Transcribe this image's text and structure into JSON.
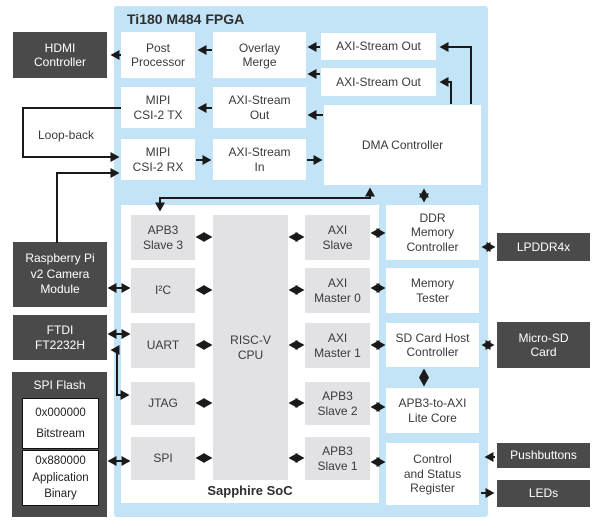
{
  "diagram": {
    "fpga_title": "Ti180 M484 FPGA",
    "soc_label": "Sapphire SoC",
    "loopback_label": "Loop-back"
  },
  "labels": {
    "hdmi": "HDMI\nController",
    "raspberry": "Raspberry Pi\nv2 Camera\nModule",
    "ftdi": "FTDI\nFT2232H",
    "spi_flash": "SPI Flash",
    "flash_region_bitstream": "0x000000\nBitstream",
    "flash_region_app": "0x880000\nApplication\nBinary",
    "post_processor": "Post\nProcessor",
    "overlay_merge": "Overlay\nMerge",
    "mipi_tx": "MIPI\nCSI-2 TX",
    "mipi_rx": "MIPI\nCSI-2 RX",
    "axi_stream_out_top1": "AXI-Stream Out",
    "axi_stream_out_top2": "AXI-Stream Out",
    "axi_stream_out_mid": "AXI-Stream\nOut",
    "axi_stream_in": "AXI-Stream\nIn",
    "dma": "DMA Controller",
    "apb3_slave3": "APB3\nSlave 3",
    "i2c": "I²C",
    "uart": "UART",
    "jtag": "JTAG",
    "spi": "SPI",
    "cpu": "RISC-V\nCPU",
    "axi_slave": "AXI\nSlave",
    "axi_master0": "AXI\nMaster 0",
    "axi_master1": "AXI\nMaster 1",
    "apb3_slave2": "APB3\nSlave 2",
    "apb3_slave1": "APB3\nSlave 1",
    "ddr": "DDR\nMemory\nController",
    "memory_tester": "Memory\nTester",
    "sd_host": "SD Card Host\nController",
    "apb3_to_axi": "APB3-to-AXI\nLite Core",
    "csr": "Control\nand Status\nRegister",
    "lpddr4x": "LPDDR4x",
    "microsd": "Micro-SD\nCard",
    "pushbuttons": "Pushbuttons",
    "leds": "LEDs"
  },
  "colors": {
    "fpga_bg": "#C2E4F6",
    "block_gray": "#E2E2E4",
    "dark_box": "#4A4A4A",
    "line": "#1A1A1A",
    "white_box": "#FFFFFF"
  }
}
